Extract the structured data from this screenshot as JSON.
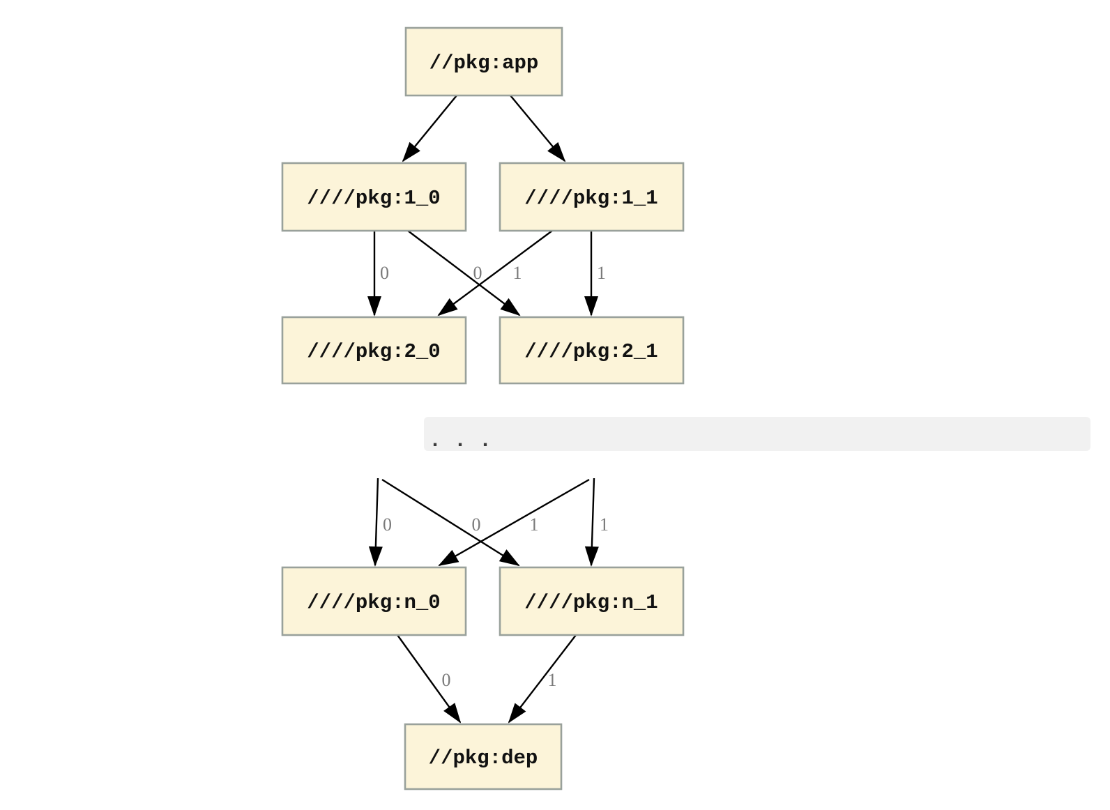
{
  "diagram": {
    "kind": "dependency-graph",
    "nodes": [
      {
        "id": "app",
        "label": "//pkg:app"
      },
      {
        "id": "1_0",
        "label": "////pkg:1_0"
      },
      {
        "id": "1_1",
        "label": "////pkg:1_1"
      },
      {
        "id": "2_0",
        "label": "////pkg:2_0"
      },
      {
        "id": "2_1",
        "label": "////pkg:2_1"
      },
      {
        "id": "n_0",
        "label": "////pkg:n_0"
      },
      {
        "id": "n_1",
        "label": "////pkg:n_1"
      },
      {
        "id": "dep",
        "label": "//pkg:dep"
      }
    ],
    "ellipsis_text": ". . .",
    "edges": [
      {
        "from": "app",
        "to": "1_0",
        "label": ""
      },
      {
        "from": "app",
        "to": "1_1",
        "label": ""
      },
      {
        "from": "1_0",
        "to": "2_0",
        "label": "0"
      },
      {
        "from": "1_1",
        "to": "2_0",
        "label": "0"
      },
      {
        "from": "1_0",
        "to": "2_1",
        "label": "1"
      },
      {
        "from": "1_1",
        "to": "2_1",
        "label": "1"
      },
      {
        "from": "...",
        "to": "n_0",
        "label": "0"
      },
      {
        "from": "...",
        "to": "n_0",
        "label": "0"
      },
      {
        "from": "...",
        "to": "n_1",
        "label": "1"
      },
      {
        "from": "...",
        "to": "n_1",
        "label": "1"
      },
      {
        "from": "n_0",
        "to": "dep",
        "label": "0"
      },
      {
        "from": "n_1",
        "to": "dep",
        "label": "1"
      }
    ],
    "colors": {
      "background": "#ffffff",
      "node_fill": "#fcf4d9",
      "node_border": "#99a19b",
      "edge": "#000000",
      "edge_label": "#7a7a7a",
      "ellipsis_band": "#f1f1f1",
      "ellipsis_dots": "#3b3b3b"
    }
  }
}
